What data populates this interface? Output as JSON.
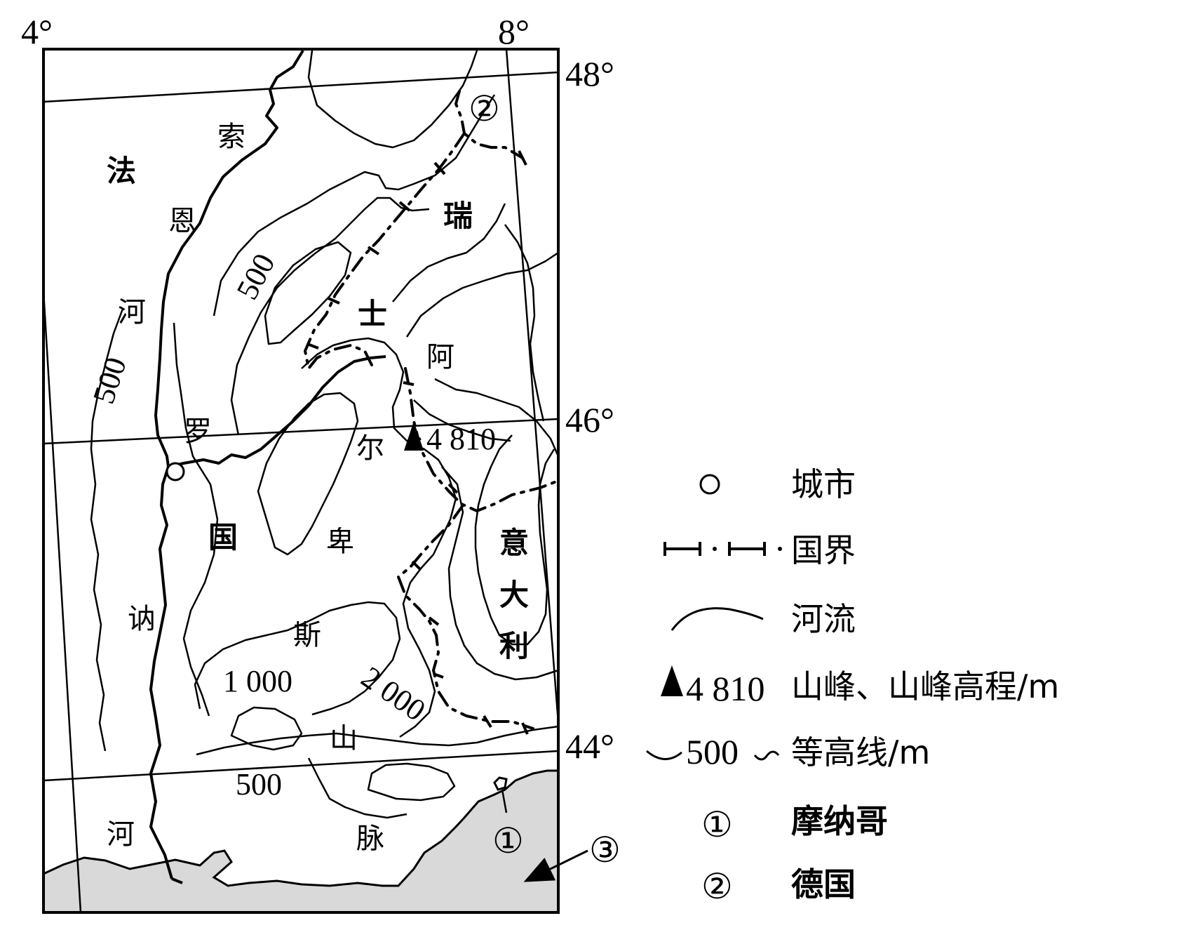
{
  "coords": {
    "lon_left": "4°",
    "lon_right": "8°",
    "lat_48": "48°",
    "lat_46": "46°",
    "lat_44": "44°"
  },
  "countries": {
    "france": [
      "法",
      "国"
    ],
    "switzerland": [
      "瑞",
      "士"
    ],
    "italy": [
      "意",
      "大",
      "利"
    ]
  },
  "rivers": {
    "saone": [
      "索",
      "恩",
      "河"
    ],
    "rhone": [
      "罗",
      "讷",
      "河"
    ]
  },
  "alps": [
    "阿",
    "尔",
    "卑",
    "斯",
    "山",
    "脉"
  ],
  "peak": {
    "elevation": "4 810"
  },
  "contour_labels": [
    "500",
    "500",
    "1 000",
    "2 000",
    "500"
  ],
  "markers": {
    "monaco": "①",
    "germany": "②",
    "sea": "③"
  },
  "legend": {
    "city": "城市",
    "border": "国界",
    "river": "河流",
    "peak_num": "4 810",
    "peak": "山峰、山峰高程/m",
    "contour_num": "500",
    "contour": "等高线/m",
    "m1_symbol": "①",
    "m1_label": "摩纳哥",
    "m2_symbol": "②",
    "m2_label": "德国"
  },
  "colors": {
    "sea_fill": "#d9d9d9",
    "line": "#000000",
    "background": "#ffffff"
  }
}
